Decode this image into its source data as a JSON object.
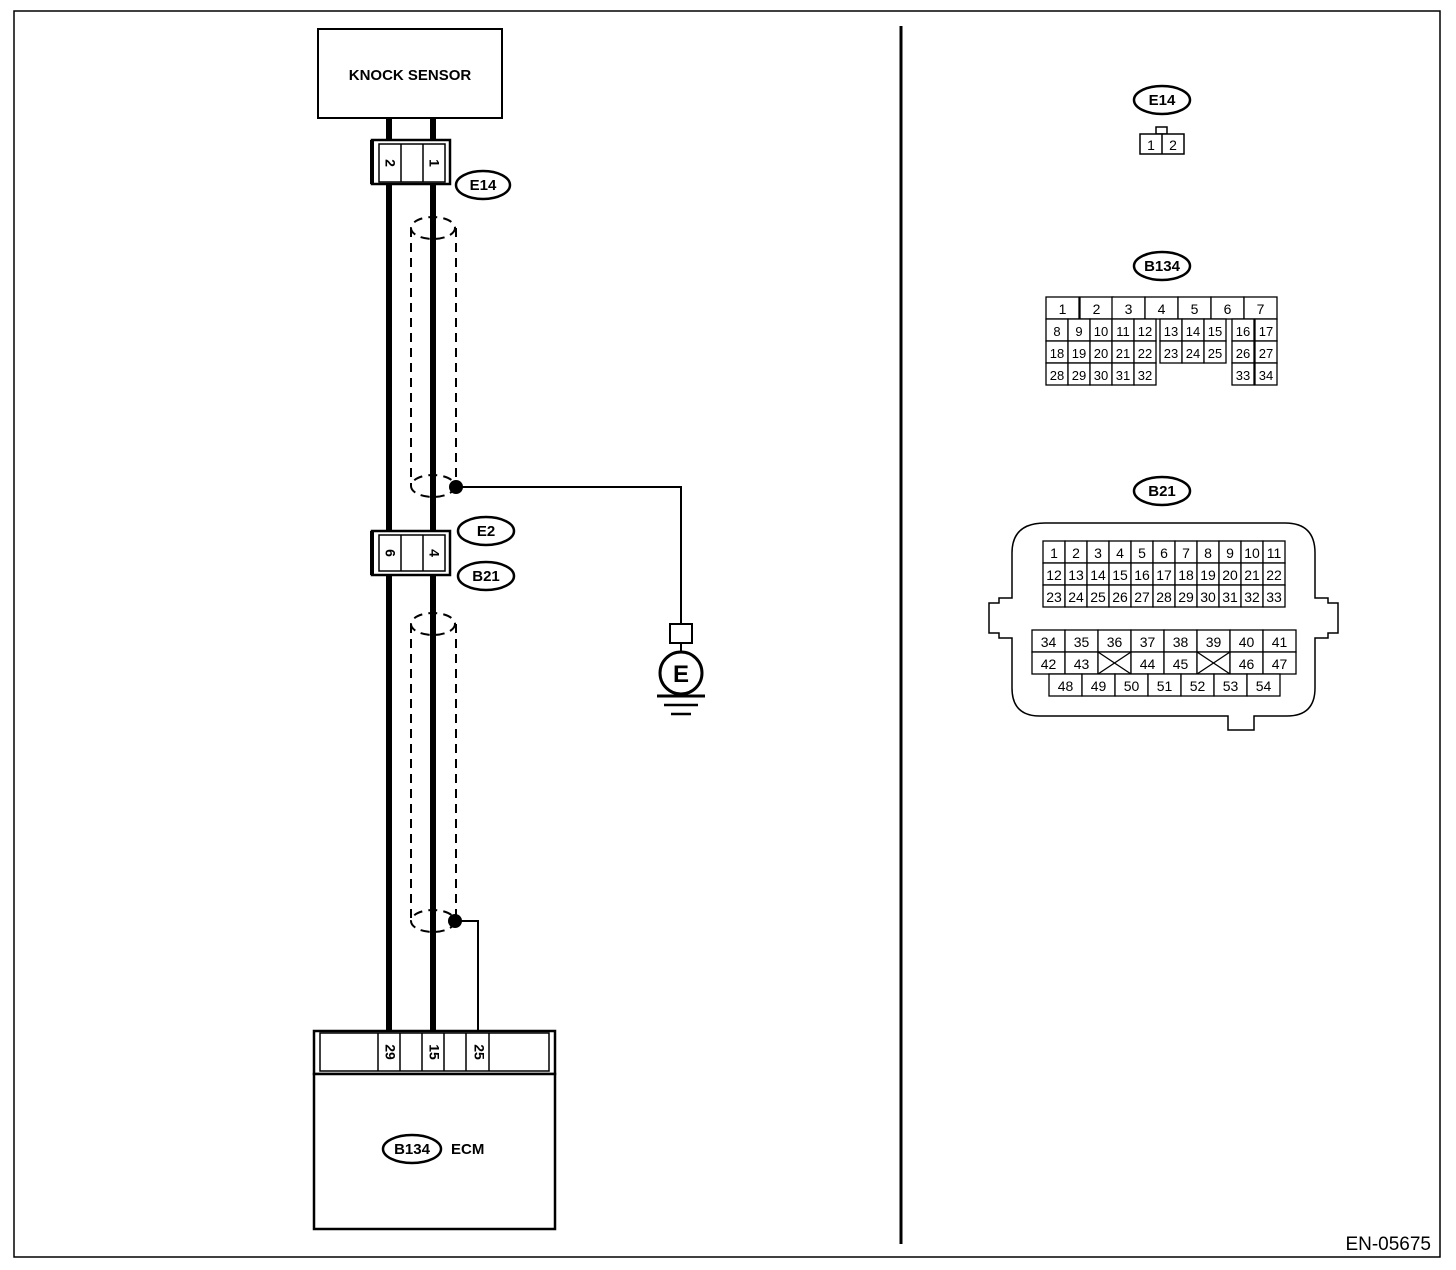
{
  "knock_sensor_label": "KNOCK SENSOR",
  "ecm_label": "ECM",
  "ecm_connector_tag": "B134",
  "sensor_connector": {
    "tag": "E14",
    "pins": [
      "2",
      "1"
    ]
  },
  "junction_connector": {
    "tags": [
      "E2",
      "B21"
    ],
    "pins": [
      "6",
      "4"
    ]
  },
  "ecm_pins": [
    "29",
    "15",
    "25"
  ],
  "ground_symbol": "E",
  "diagram_code": "EN-05675",
  "connector_views": {
    "e14": {
      "tag": "E14",
      "pins": [
        "1",
        "2"
      ]
    },
    "b134": {
      "tag": "B134",
      "rows": [
        [
          "1",
          "2",
          "3",
          "4",
          "5",
          "6",
          "7"
        ],
        [
          "8",
          "9",
          "10",
          "11",
          "12",
          "13",
          "14",
          "15",
          "16",
          "17"
        ],
        [
          "18",
          "19",
          "20",
          "21",
          "22",
          "23",
          "24",
          "25",
          "26",
          "27"
        ],
        [
          "28",
          "29",
          "30",
          "31",
          "32",
          "33",
          "34"
        ]
      ]
    },
    "b21": {
      "tag": "B21",
      "rows": [
        [
          "1",
          "2",
          "3",
          "4",
          "5",
          "6",
          "7",
          "8",
          "9",
          "10",
          "11"
        ],
        [
          "12",
          "13",
          "14",
          "15",
          "16",
          "17",
          "18",
          "19",
          "20",
          "21",
          "22"
        ],
        [
          "23",
          "24",
          "25",
          "26",
          "27",
          "28",
          "29",
          "30",
          "31",
          "32",
          "33"
        ],
        [
          "34",
          "35",
          "36",
          "37",
          "38",
          "39",
          "40",
          "41"
        ],
        [
          "42",
          "43",
          "",
          "44",
          "45",
          "",
          "46",
          "47"
        ],
        [
          "48",
          "49",
          "50",
          "51",
          "52",
          "53",
          "54"
        ]
      ]
    }
  }
}
